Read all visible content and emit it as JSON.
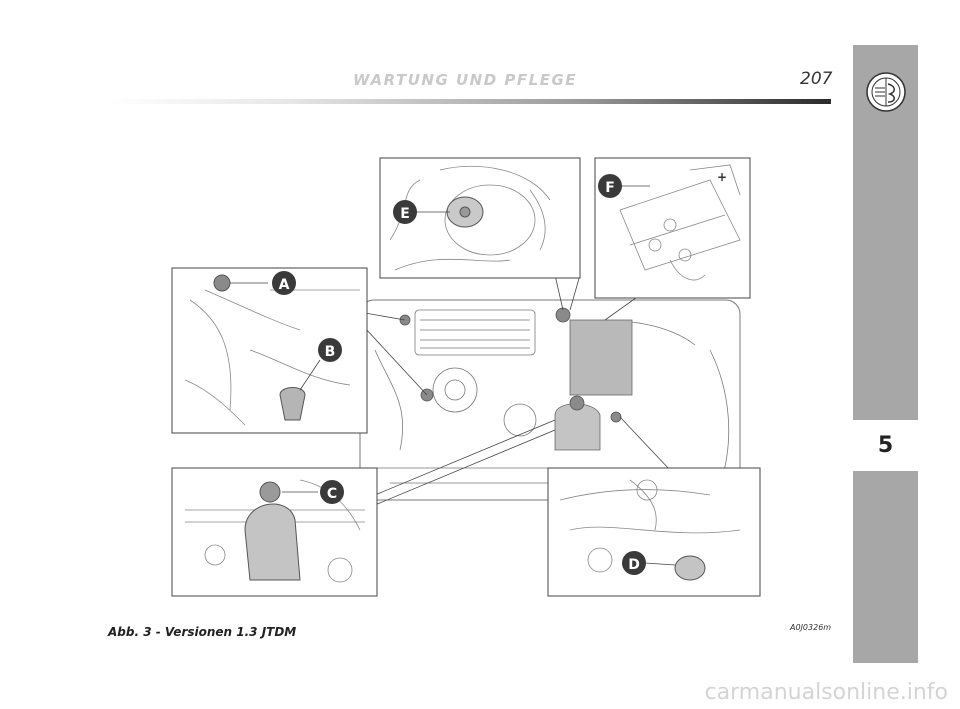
{
  "header": {
    "title": "WARTUNG UND PFLEGE",
    "page_number": "207"
  },
  "sidebar": {
    "chapter_number": "5"
  },
  "figure": {
    "callouts": [
      "A",
      "B",
      "C",
      "D",
      "E",
      "F"
    ],
    "battery_symbol": "+",
    "caption": "Abb. 3 - Versionen 1.3 JTDM",
    "code": "A0J0326m"
  },
  "watermark": "carmanualsonline.info",
  "colors": {
    "sidebar": "#a7a7a7",
    "header_title": "#c9c9c9",
    "callout_badge": "#3a3a3a"
  }
}
